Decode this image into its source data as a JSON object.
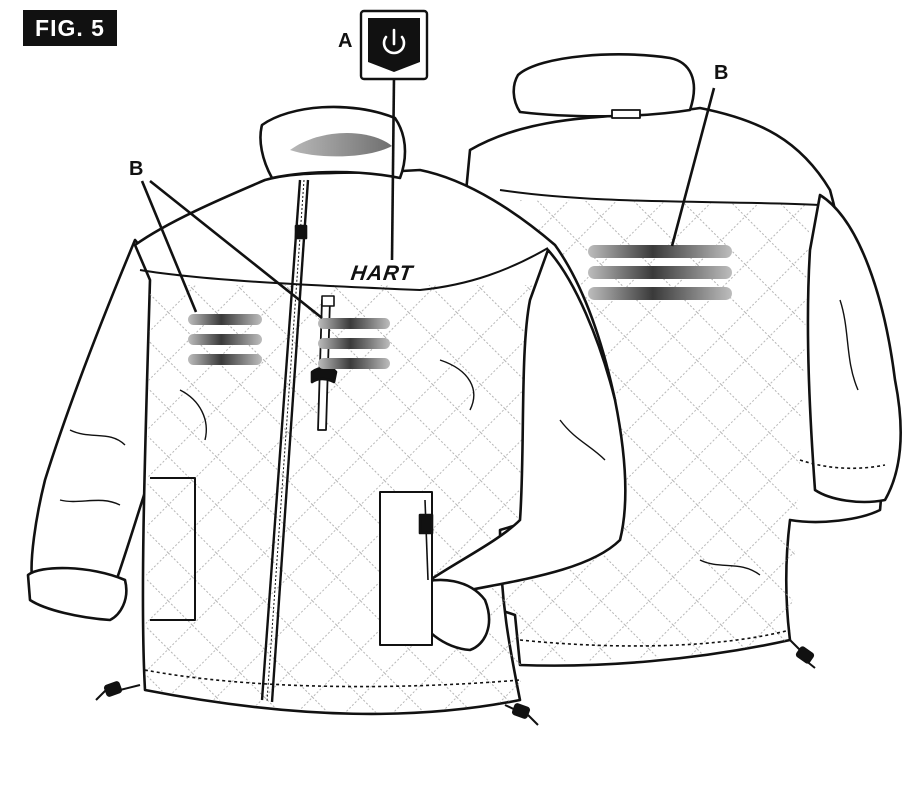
{
  "figure": {
    "label": "FIG. 5",
    "callouts": {
      "a": "A",
      "b_front": "B",
      "b_back": "B"
    },
    "brand_logo": "HART",
    "icons": {
      "button": "power-icon"
    },
    "colors": {
      "ink": "#111111",
      "heat_zone": "#555555",
      "paper": "#ffffff"
    }
  }
}
